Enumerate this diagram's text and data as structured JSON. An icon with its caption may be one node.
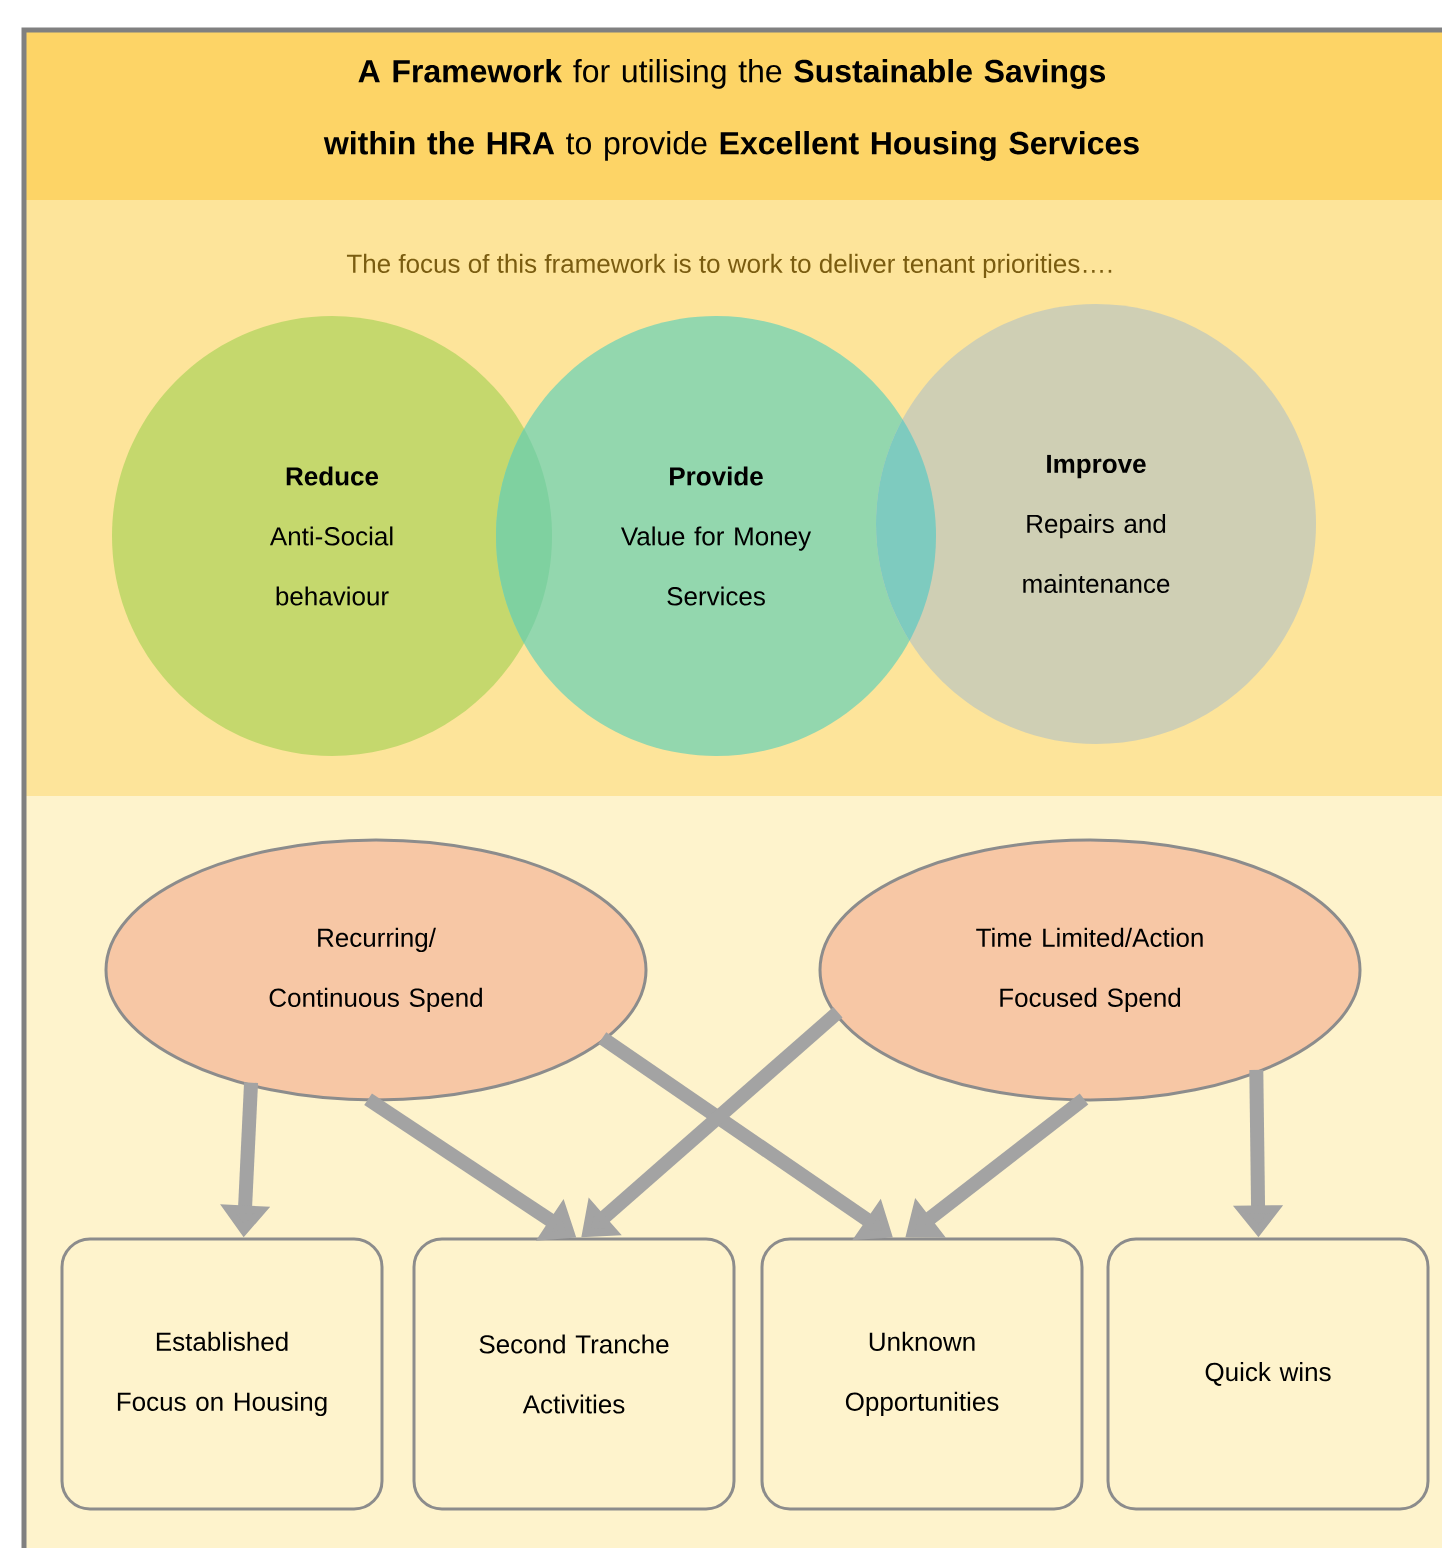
{
  "diagram": {
    "title": "**A Framework** for utilising the **Sustainable Savings within the HRA** to provide **Excellent Housing Services**",
    "nodes": [
      {
        "text": [
          "Reduce",
          "Anti-Social behaviour"
        ]
      },
      {
        "text": [
          "Provide",
          "Value for Money Services"
        ]
      },
      {
        "text": [
          "Improve",
          "Repairs and maintenance"
        ]
      },
      {
        "text": [
          "Recurring/ Continuous Spend"
        ]
      },
      {
        "text": [
          "Time Limited/Action Focused Spend"
        ]
      },
      {
        "text": [
          "Established Focus on Housing"
        ]
      },
      {
        "text": [
          "Second Tranche Activities"
        ]
      },
      {
        "text": [
          "Unknown Opportunities"
        ]
      },
      {
        "text": [
          "Quick wins"
        ]
      }
    ],
    "edges": [
      {
        "from": 3,
        "to": 5,
        "arrow": "to"
      },
      {
        "from": 3,
        "to": 6,
        "arrow": "to"
      },
      {
        "from": 3,
        "to": 7,
        "arrow": "to"
      },
      {
        "from": 4,
        "to": 6,
        "arrow": "to"
      },
      {
        "from": 4,
        "to": 7,
        "arrow": "to"
      },
      {
        "from": 4,
        "to": 8,
        "arrow": "to"
      }
    ],
    "labels": [
      "The focus of this framework is to work to deliver tenant priorities…."
    ]
  }
}
